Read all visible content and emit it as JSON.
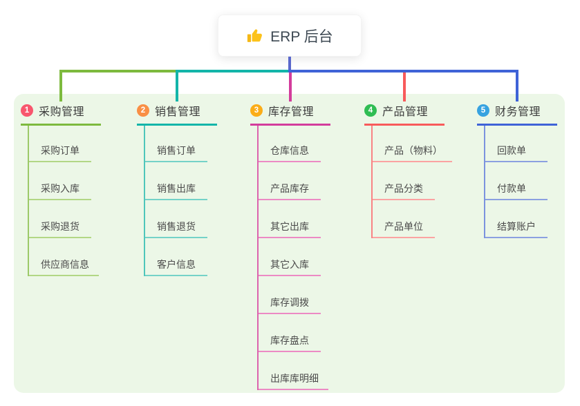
{
  "root": {
    "title": "ERP 后台",
    "icon": "thumbs-up-icon",
    "icon_color": "#fcc21b"
  },
  "colors": {
    "panel_bg": "#ecf7e7",
    "root_connector": "#5a68cc",
    "root_text": "#3d4852",
    "branch_text": "#3c3c3c",
    "child_text": "#4a4a4a"
  },
  "branches": [
    {
      "index": "1",
      "label": "采购管理",
      "badge_color": "#f8566d",
      "color": "#7dba3e",
      "trunk_color": "#9cc968",
      "light_color": "#b2d785",
      "children": [
        "采购订单",
        "采购入库",
        "采购退货",
        "供应商信息"
      ]
    },
    {
      "index": "2",
      "label": "销售管理",
      "badge_color": "#f98f45",
      "color": "#13b5a9",
      "trunk_color": "#4fc6bb",
      "light_color": "#74d2c8",
      "children": [
        "销售订单",
        "销售出库",
        "销售退货",
        "客户信息"
      ]
    },
    {
      "index": "3",
      "label": "库存管理",
      "badge_color": "#fbad18",
      "color": "#d33c9c",
      "trunk_color": "#dc63ae",
      "light_color": "#ec8ac4",
      "children": [
        "仓库信息",
        "产品库存",
        "其它出库",
        "其它入库",
        "库存调拨",
        "库存盘点",
        "出库库明细"
      ]
    },
    {
      "index": "4",
      "label": "产品管理",
      "badge_color": "#2fbd53",
      "color": "#f85a5b",
      "trunk_color": "#f98384",
      "light_color": "#fba3a2",
      "children": [
        "产品（物料）",
        "产品分类",
        "产品单位"
      ]
    },
    {
      "index": "5",
      "label": "财务管理",
      "badge_color": "#36a2e0",
      "color": "#3f63d7",
      "trunk_color": "#7b93de",
      "light_color": "#8ba0e0",
      "children": [
        "回款单",
        "付款单",
        "结算账户"
      ]
    }
  ]
}
